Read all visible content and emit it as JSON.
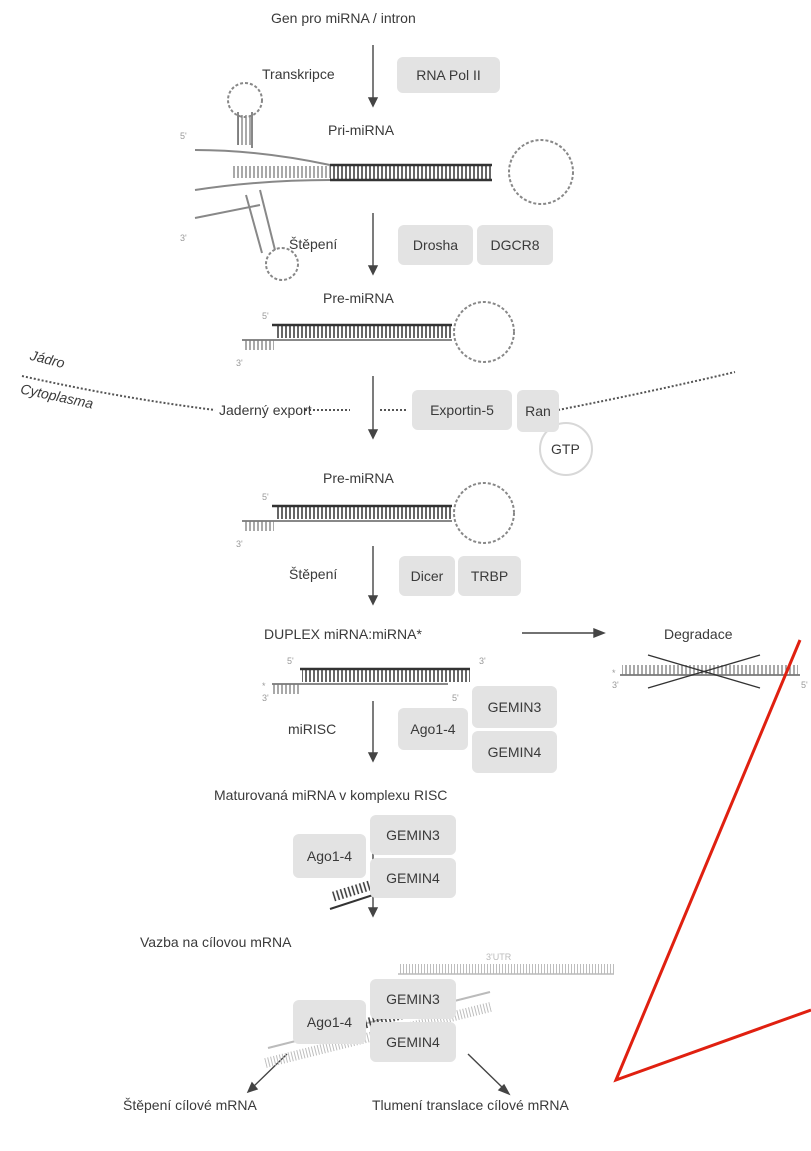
{
  "steps": {
    "gene": "Gen pro miRNA / intron",
    "transcription": "Transkripce",
    "pri_mirna": "Pri-miRNA",
    "cleavage1": "Štěpení",
    "pre_mirna1": "Pre-miRNA",
    "nucleus": "Jádro",
    "cytoplasm": "Cytoplasma",
    "nuclear_export": "Jaderný export",
    "pre_mirna2": "Pre-miRNA",
    "cleavage2": "Štěpení",
    "duplex": "DUPLEX miRNA:miRNA*",
    "degradation": "Degradace",
    "mirisc": "miRISC",
    "mature": "Maturovaná  miRNA v komplexu RISC",
    "binding": "Vazba na cílovou mRNA",
    "utr": "3'UTR",
    "outcome_cleavage": "Štěpení cílové mRNA",
    "outcome_repression": "Tlumení translace cílové mRNA"
  },
  "proteins": {
    "rna_pol": "RNA  Pol II",
    "drosha": "Drosha",
    "dgcr8": "DGCR8",
    "exportin": "Exportin-5",
    "ran": "Ran",
    "gtp": "GTP",
    "dicer": "Dicer",
    "trbp": "TRBP",
    "ago_a": "Ago1-4",
    "gemin3_a": "GEMIN3",
    "gemin4_a": "GEMIN4",
    "ago_b": "Ago1-4",
    "gemin3_b": "GEMIN3",
    "gemin4_b": "GEMIN4",
    "ago_c": "Ago1-4",
    "gemin3_c": "GEMIN3",
    "gemin4_c": "GEMIN4"
  },
  "ends": {
    "p5": "5'",
    "p3": "3'",
    "star": "*"
  },
  "colors": {
    "text": "#3a3a3a",
    "box": "#e3e3e3",
    "strand": "#8c8c8c",
    "strand_dark": "#444444",
    "annotation_arrow": "#e02010"
  }
}
